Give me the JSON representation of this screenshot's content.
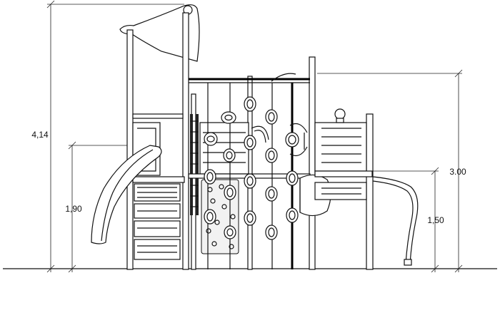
{
  "dimensions": {
    "total_height": "4,14",
    "platform_height": "1,90",
    "roof_height": "3.00",
    "deck_height": "1,50"
  },
  "colors": {
    "line": "#111111",
    "background": "#ffffff"
  }
}
